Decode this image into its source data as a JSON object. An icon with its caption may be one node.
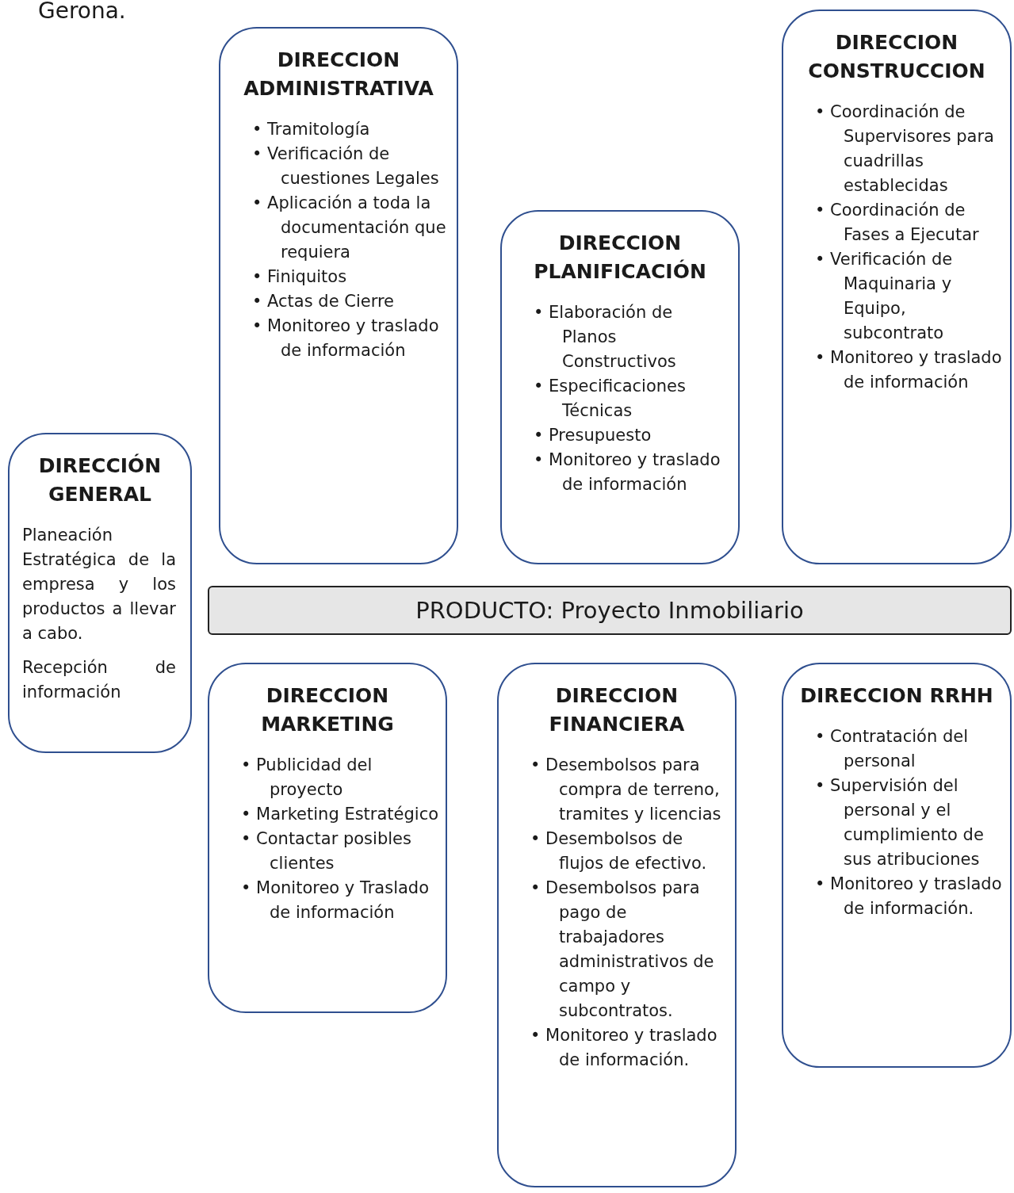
{
  "diagram": {
    "nodes": [
      {
        "text": [
          "DIRECCIÓN GENERAL",
          "Planeación Estratégica de la empresa y los productos a llevar a cabo.",
          "Recepción de información"
        ]
      },
      {
        "text": [
          "DIRECCION ADMINISTRATIVA",
          "• Tramitología",
          "• Verificación de cuestiones Legales",
          "• Aplicación a toda la documentación que requiera",
          "• Finiquitos",
          "• Actas de Cierre",
          "• Monitoreo y traslado de información"
        ]
      },
      {
        "text": [
          "DIRECCION PLANIFICACIÓN",
          "• Elaboración de Planos Constructivos",
          "• Especificaciones Técnicas",
          "• Presupuesto",
          "• Monitoreo y traslado de información"
        ]
      },
      {
        "text": [
          "DIRECCION CONSTRUCCION",
          "• Coordinación de Supervisores para cuadrillas establecidas",
          "• Coordinación de Fases a Ejecutar",
          "• Verificación de Maquinaria y Equipo, subcontrato",
          "• Monitoreo y traslado de información"
        ]
      },
      {
        "text": [
          "PRODUCTO: Proyecto Inmobiliario"
        ]
      },
      {
        "text": [
          "DIRECCION MARKETING",
          "• Publicidad del proyecto",
          "• Marketing Estratégico",
          "• Contactar posibles clientes",
          "• Monitoreo y Traslado de información"
        ]
      },
      {
        "text": [
          "DIRECCION FINANCIERA",
          "• Desembolsos para compra de terreno, tramites y licencias",
          "• Desembolsos de flujos de efectivo.",
          "• Desembolsos para pago de trabajadores administrativos de campo y subcontratos.",
          "• Monitoreo y traslado de información."
        ]
      },
      {
        "text": [
          "DIRECCION RRHH",
          "• Contratación del personal",
          "• Supervisión del personal y el cumplimiento de sus atribuciones",
          "• Monitoreo y traslado de información."
        ]
      }
    ],
    "labels": [
      "Gerona."
    ]
  }
}
